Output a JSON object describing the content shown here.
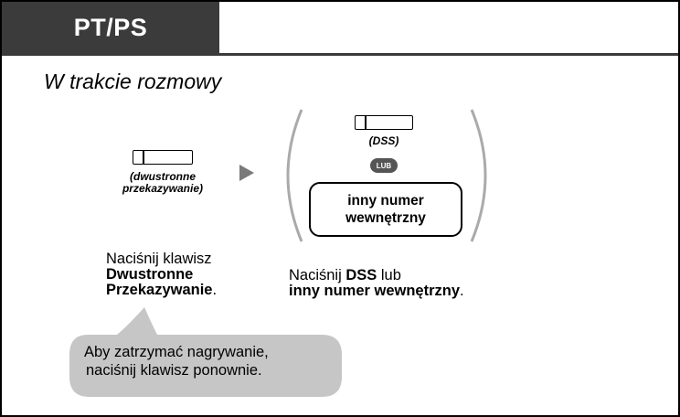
{
  "header": {
    "tab_label": "PT/PS",
    "subtitle": "W trakcie rozmowy"
  },
  "step1": {
    "key_caption_line1": "(dwustronne",
    "key_caption_line2": "przekazywanie)",
    "instruction_line1": "Naciśnij klawisz",
    "instruction_bold1": "Dwustronne",
    "instruction_bold2": "Przekazywanie",
    "instruction_tail": "."
  },
  "step2": {
    "key_caption": "(DSS)",
    "or_badge": "LUB",
    "box_line1": "inny numer",
    "box_line2": "wewnętrzny",
    "instruction_prefix": "Naciśnij ",
    "instruction_bold1": "DSS",
    "instruction_mid": " lub",
    "instruction_bold2": "inny numer wewnętrzny",
    "instruction_tail": "."
  },
  "note": {
    "line1": "Aby zatrzymać nagrywanie,",
    "line2": "naciśnij klawisz ponownie."
  },
  "colors": {
    "header_bg": "#3b3b3b",
    "arrow": "#7a7a7a",
    "bubble": "#c6c6c6",
    "badge": "#555555"
  }
}
